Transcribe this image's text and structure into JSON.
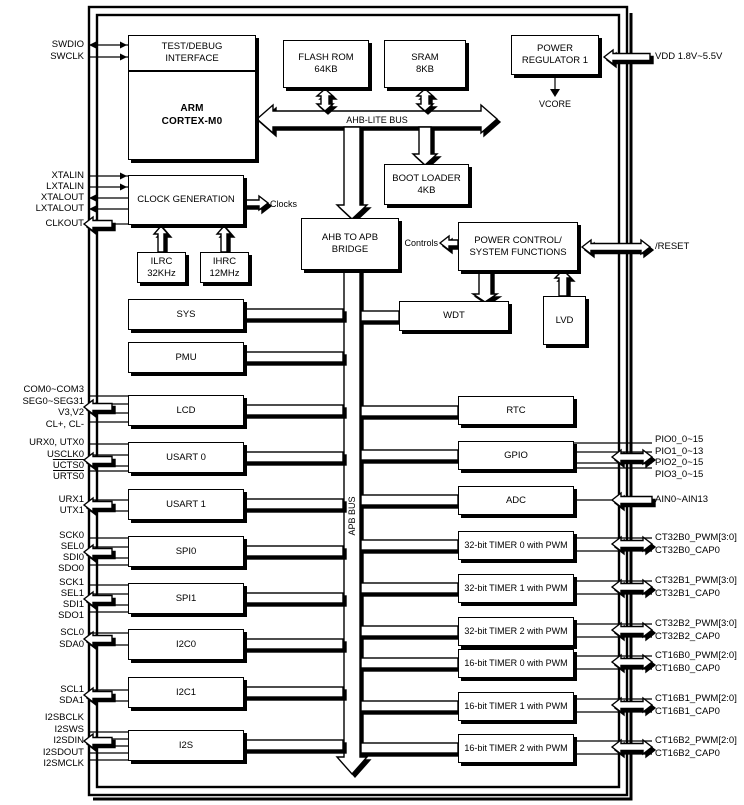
{
  "blocks": {
    "test_debug": [
      "TEST/DEBUG",
      "INTERFACE"
    ],
    "arm": [
      "ARM",
      "CORTEX-M0"
    ],
    "flash": [
      "FLASH ROM",
      "64KB"
    ],
    "sram": [
      "SRAM",
      "8KB"
    ],
    "power_reg": [
      "POWER",
      "REGULATOR 1"
    ],
    "boot": [
      "BOOT LOADER",
      "4KB"
    ],
    "clock_gen": [
      "CLOCK GENERATION"
    ],
    "ilrc": [
      "ILRC",
      "32KHz"
    ],
    "ihrc": [
      "IHRC",
      "12MHz"
    ],
    "bridge": [
      "AHB TO APB",
      "BRIDGE"
    ],
    "power_ctrl": [
      "POWER CONTROL/",
      "SYSTEM FUNCTIONS"
    ],
    "wdt": [
      "WDT"
    ],
    "lvd": [
      "LVD"
    ]
  },
  "left_peripherals": [
    "SYS",
    "PMU",
    "LCD",
    "USART 0",
    "USART 1",
    "SPI0",
    "SPI1",
    "I2C0",
    "I2C1",
    "I2S"
  ],
  "right_peripherals": [
    "RTC",
    "GPIO",
    "ADC",
    "32-bit TIMER 0 with PWM",
    "32-bit TIMER 1 with PWM",
    "32-bit TIMER 2 with PWM",
    "16-bit TIMER 0 with PWM",
    "16-bit TIMER 1 with PWM",
    "16-bit TIMER 2 with PWM"
  ],
  "buses": {
    "ahb": "AHB-LITE BUS",
    "apb": "APB BUS"
  },
  "annotations": {
    "clocks": "Clocks",
    "controls": "Controls",
    "vcore": "VCORE"
  },
  "pins_left": {
    "swd": [
      "SWDIO",
      "SWCLK"
    ],
    "clock": [
      "XTALIN",
      "LXTALIN",
      "XTALOUT",
      "LXTALOUT",
      "CLKOUT"
    ],
    "lcd": [
      "COM0~COM3",
      "SEG0~SEG31",
      "V3,V2",
      "CL+, CL-"
    ],
    "usart0": [
      "URX0, UTX0",
      "USCLK0",
      "UCTS0",
      "URTS0"
    ],
    "usart1": [
      "URX1",
      "UTX1"
    ],
    "spi0": [
      "SCK0",
      "SEL0",
      "SDI0",
      "SDO0"
    ],
    "spi1": [
      "SCK1",
      "SEL1",
      "SDI1",
      "SDO1"
    ],
    "i2c0": [
      "SCL0",
      "SDA0"
    ],
    "i2c1": [
      "SCL1",
      "SDA1"
    ],
    "i2s": [
      "I2SBCLK",
      "I2SWS",
      "I2SDIN",
      "I2SDOUT",
      "I2SMCLK"
    ]
  },
  "pins_right": {
    "power": "VDD 1.8V~5.5V",
    "reset": "/RESET",
    "gpio": [
      "PIO0_0~15",
      "PIO1_0~13",
      "PIO2_0~15",
      "PIO3_0~15"
    ],
    "adc": "AIN0~AIN13",
    "t32b0": [
      "CT32B0_PWM[3:0]",
      "CT32B0_CAP0"
    ],
    "t32b1": [
      "CT32B1_PWM[3:0]",
      "CT32B1_CAP0"
    ],
    "t32b2": [
      "CT32B2_PWM[3:0]",
      "CT32B2_CAP0"
    ],
    "t16b0": [
      "CT16B0_PWM[2:0]",
      "CT16B0_CAP0"
    ],
    "t16b1": [
      "CT16B1_PWM[2:0]",
      "CT16B1_CAP0"
    ],
    "t16b2": [
      "CT16B2_PWM[2:0]",
      "CT16B2_CAP0"
    ]
  },
  "colors": {
    "ink": "#000000",
    "paper": "#ffffff"
  }
}
